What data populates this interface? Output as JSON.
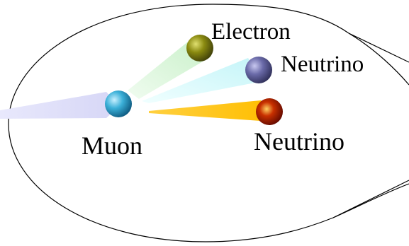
{
  "labels": {
    "muon": "Muon",
    "electron": "Electron",
    "neutrino_upper": "Neutrino",
    "neutrino_lower": "Neutrino"
  },
  "particles": {
    "muon": {
      "color": "#2aa0c8",
      "trail": "#dcdcf8"
    },
    "electron": {
      "color": "#8a8a10",
      "trail": "#d8f5d8"
    },
    "neutrino_upper": {
      "color": "#6a6aa8",
      "trail": "#d4f8f8"
    },
    "neutrino_lower": {
      "color": "#a01000",
      "trail": "#ffc400"
    }
  },
  "outline_color": "#000000"
}
